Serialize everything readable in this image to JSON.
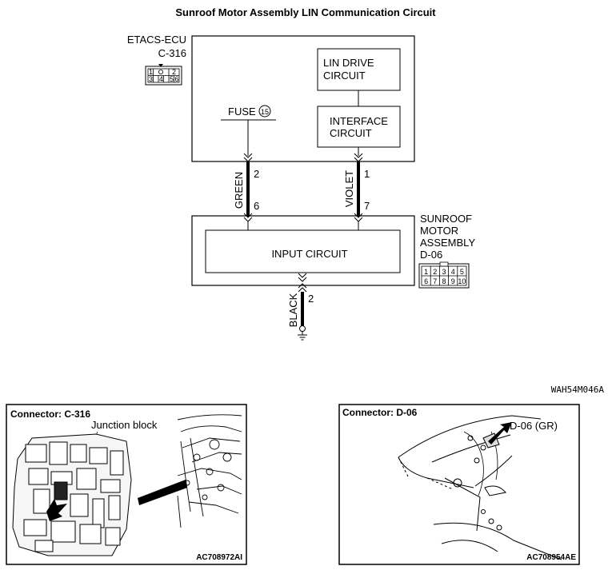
{
  "title": "Sunroof Motor Assembly LIN Communication Circuit",
  "ecu": {
    "name": "ETACS-ECU",
    "connector": "C-316",
    "pins": [
      "1",
      "2",
      "3",
      "4",
      "5",
      "6"
    ]
  },
  "lin_drive": {
    "line1": "LIN DRIVE",
    "line2": "CIRCUIT"
  },
  "interface": {
    "line1": "INTERFACE",
    "line2": "CIRCUIT"
  },
  "fuse": {
    "label": "FUSE",
    "number": "15"
  },
  "wires": {
    "green": {
      "color": "GREEN",
      "pin_top": "2",
      "pin_bottom": "6"
    },
    "violet": {
      "color": "VIOLET",
      "pin_top": "1",
      "pin_bottom": "7"
    },
    "black": {
      "color": "BLACK",
      "pin": "2"
    }
  },
  "sunroof": {
    "line1": "SUNROOF",
    "line2": "MOTOR",
    "line3": "ASSEMBLY",
    "connector": "D-06",
    "pins": [
      "1",
      "2",
      "3",
      "4",
      "5",
      "6",
      "7",
      "8",
      "9",
      "10"
    ]
  },
  "input_circuit": "INPUT CIRCUIT",
  "diagram_code": "WAH54M046A",
  "panel_left": {
    "title": "Connector: C-316",
    "note": "Junction block",
    "code": "AC708972AI"
  },
  "panel_right": {
    "title": "Connector: D-06",
    "note": "D-06 (GR)",
    "code": "AC708954AE"
  }
}
